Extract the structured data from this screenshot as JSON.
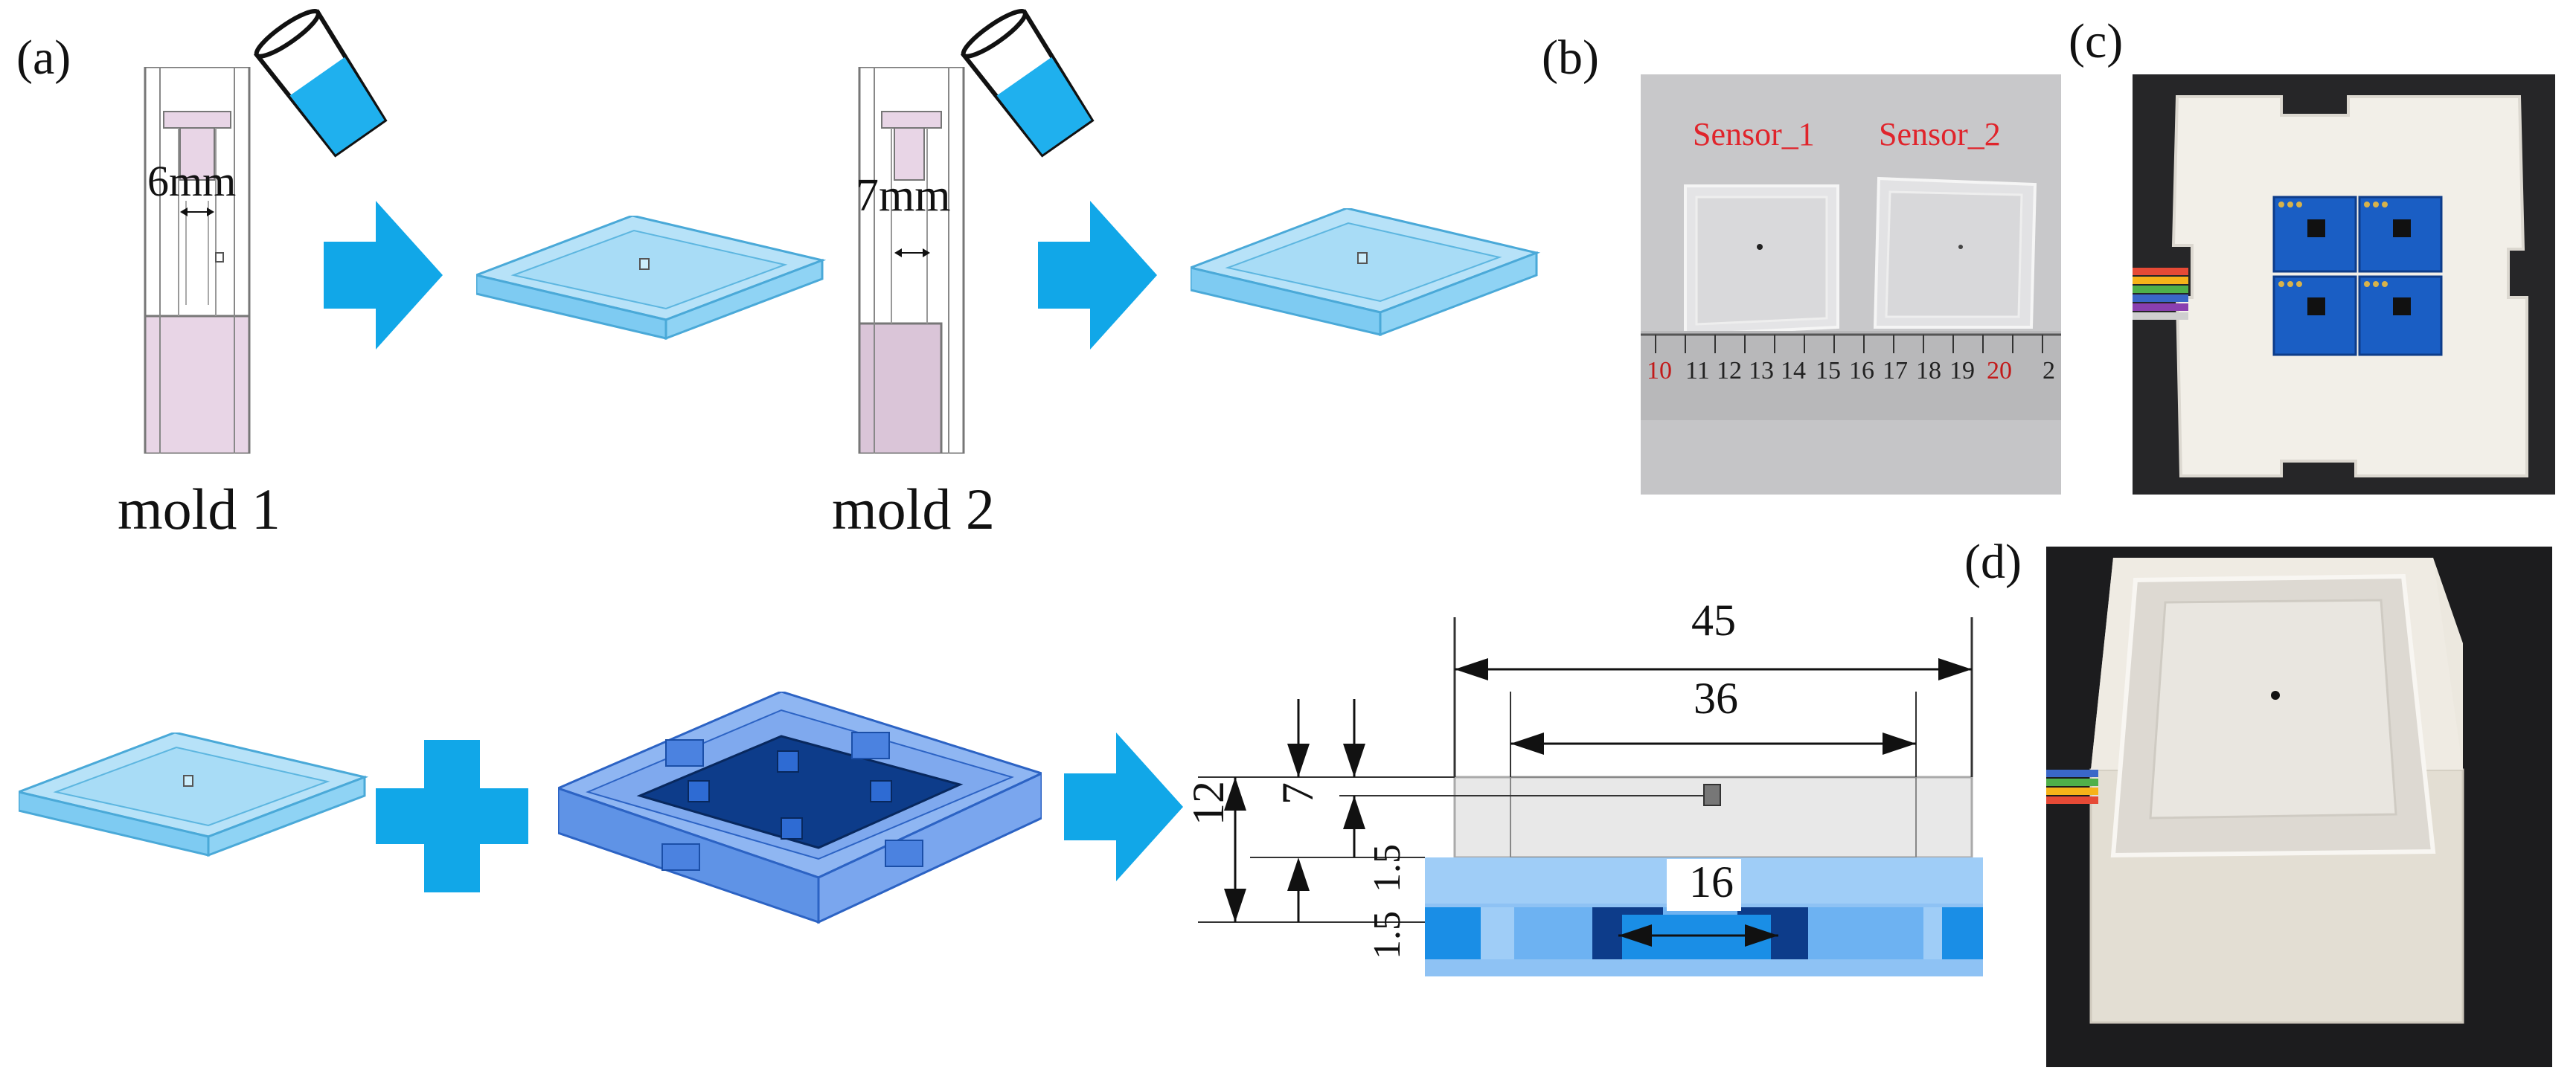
{
  "panels": {
    "a": "(a)",
    "b": "(b)",
    "c": "(c)",
    "d": "(d)"
  },
  "molds": {
    "mold1_label": "mold 1",
    "mold2_label": "mold 2",
    "mold1_gap": "6mm",
    "mold2_gap": "7mm"
  },
  "photo_b": {
    "sensor1": "Sensor_1",
    "sensor2": "Sensor_2",
    "ruler_ticks": [
      "10",
      "11",
      "12",
      "13",
      "14",
      "15",
      "16",
      "17",
      "18",
      "19",
      "20",
      "2"
    ]
  },
  "dimensions": {
    "overall_width": "45",
    "inner_width": "36",
    "cavity_width": "16",
    "total_height": "12",
    "top_thickness": "7",
    "gap_thickness": "1.5",
    "base_thickness": "1.5"
  },
  "colors": {
    "silicone_blue": "#7ecbf2",
    "arrow_blue": "#11a7e8",
    "mold_pink": "#e8d5e6",
    "base_blue": "#6fa7ef",
    "dark_blue": "#0d3c8a",
    "sensor_text_red": "#e0242b"
  }
}
